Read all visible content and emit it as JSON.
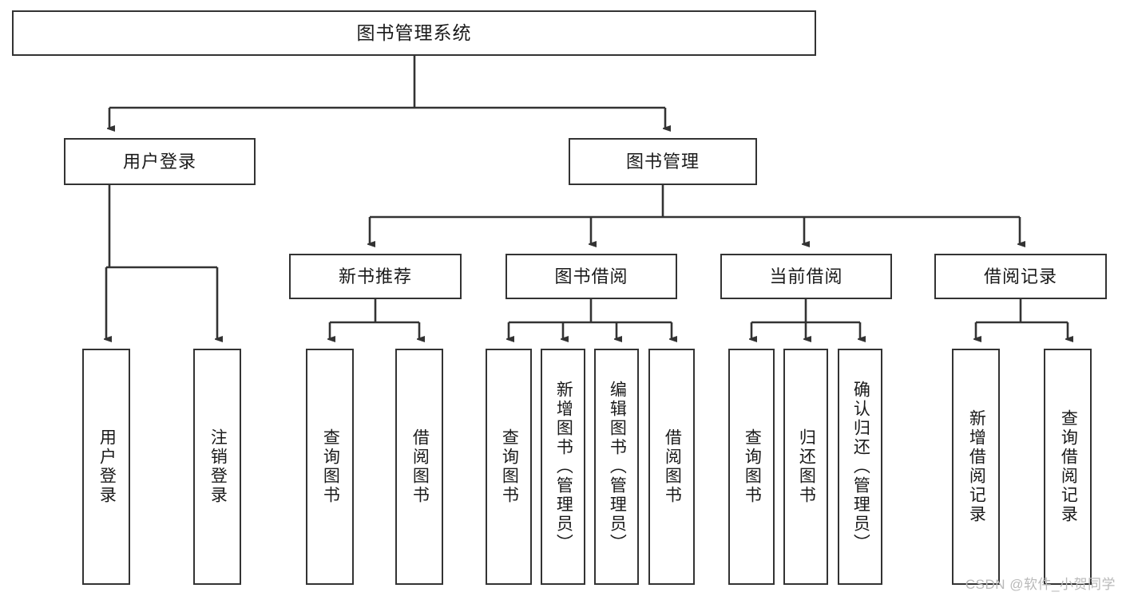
{
  "diagram": {
    "type": "tree",
    "title": "图书管理系统",
    "root": {
      "id": "root",
      "label": "图书管理系统"
    },
    "level1": [
      {
        "id": "user-login",
        "label": "用户登录"
      },
      {
        "id": "book-manage",
        "label": "图书管理"
      }
    ],
    "level2": [
      {
        "id": "new-book-rec",
        "label": "新书推荐",
        "parent": "book-manage"
      },
      {
        "id": "book-borrow",
        "label": "图书借阅",
        "parent": "book-manage"
      },
      {
        "id": "current-borrow",
        "label": "当前借阅",
        "parent": "book-manage"
      },
      {
        "id": "borrow-record",
        "label": "借阅记录",
        "parent": "book-manage"
      }
    ],
    "leaves": [
      {
        "id": "leaf-user-login",
        "label": "用户登录",
        "parent": "user-login"
      },
      {
        "id": "leaf-logout",
        "label": "注销登录",
        "parent": "user-login"
      },
      {
        "id": "leaf-query-book-1",
        "label": "查询图书",
        "parent": "new-book-rec"
      },
      {
        "id": "leaf-borrow-book-1",
        "label": "借阅图书",
        "parent": "new-book-rec"
      },
      {
        "id": "leaf-query-book-2",
        "label": "查询图书",
        "parent": "book-borrow"
      },
      {
        "id": "leaf-add-book",
        "label": "新增图书（管理员）",
        "parent": "book-borrow"
      },
      {
        "id": "leaf-edit-book",
        "label": "编辑图书（管理员）",
        "parent": "book-borrow"
      },
      {
        "id": "leaf-borrow-book-2",
        "label": "借阅图书",
        "parent": "book-borrow"
      },
      {
        "id": "leaf-query-book-3",
        "label": "查询图书",
        "parent": "current-borrow"
      },
      {
        "id": "leaf-return-book",
        "label": "归还图书",
        "parent": "current-borrow"
      },
      {
        "id": "leaf-confirm-return",
        "label": "确认归还（管理员）",
        "parent": "current-borrow"
      },
      {
        "id": "leaf-add-record",
        "label": "新增借阅记录",
        "parent": "borrow-record"
      },
      {
        "id": "leaf-query-record",
        "label": "查询借阅记录",
        "parent": "borrow-record"
      }
    ],
    "colors": {
      "stroke": "#333333",
      "fill": "#ffffff",
      "text": "#1a1a1a",
      "watermark": "#b9b9b9"
    }
  },
  "watermark": {
    "text": "CSDN @软件_小贺同学"
  }
}
